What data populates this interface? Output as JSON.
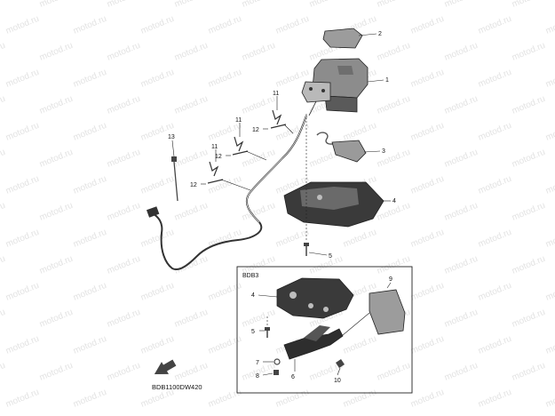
{
  "watermark": {
    "text": "motod.ru",
    "color": "#e3e3e3"
  },
  "diagram": {
    "part_labels": [
      "1",
      "2",
      "3",
      "4",
      "5",
      "11",
      "12",
      "13"
    ],
    "inset": {
      "title": "BDB3",
      "part_labels": [
        "4",
        "5",
        "6",
        "7",
        "8",
        "9",
        "10"
      ]
    },
    "figure_code": "BDB1100DW420"
  }
}
